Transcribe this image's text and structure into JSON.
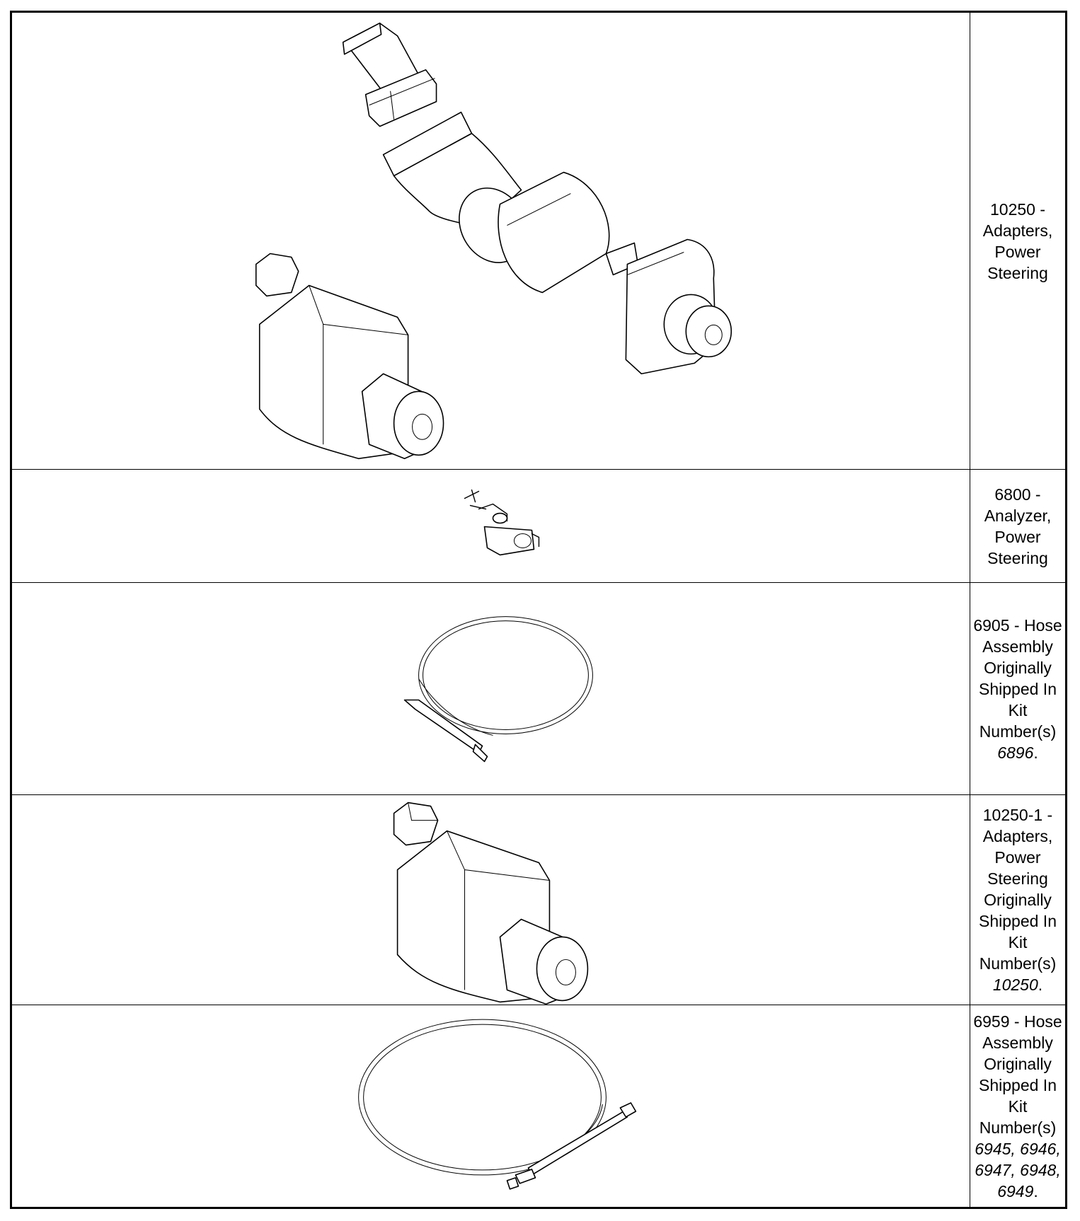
{
  "tools": [
    {
      "number": "10250",
      "name": "Adapters, Power Steering",
      "shipped_text": "",
      "kits": "",
      "icon": "power-steering-adapters-illustration"
    },
    {
      "number": "6800",
      "name": "Analyzer, Power Steering",
      "shipped_text": "",
      "kits": "",
      "icon": "power-steering-analyzer-illustration"
    },
    {
      "number": "6905",
      "name": "Hose Assembly",
      "shipped_text": "Originally Shipped In Kit Number(s)",
      "kits": "6896",
      "icon": "hose-assembly-illustration"
    },
    {
      "number": "10250-1",
      "name": "Adapters, Power Steering",
      "shipped_text": "Originally Shipped In Kit Number(s)",
      "kits": "10250",
      "icon": "power-steering-adapter-illustration"
    },
    {
      "number": "6959",
      "name": "Hose Assembly",
      "shipped_text": "Originally Shipped In Kit Number(s)",
      "kits": "6945, 6946, 6947, 6948, 6949",
      "icon": "hose-assembly-illustration"
    }
  ],
  "separator": " - ",
  "kits_terminator": "."
}
